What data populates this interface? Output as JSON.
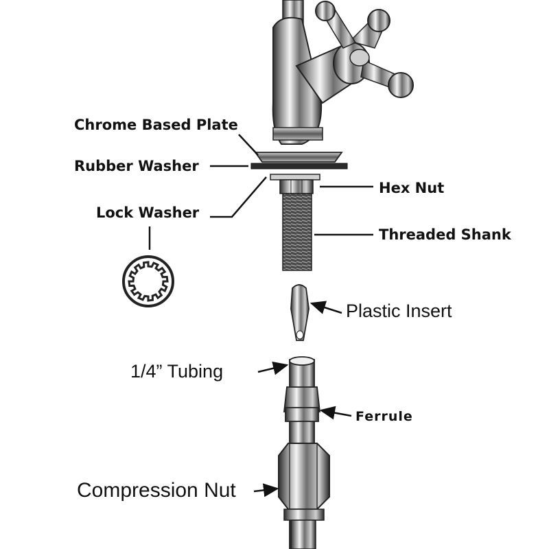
{
  "labels": {
    "chrome_plate": "Chrome Based Plate",
    "rubber_washer": "Rubber Washer",
    "lock_washer": "Lock Washer",
    "hex_nut": "Hex Nut",
    "threaded_shank": "Threaded Shank",
    "plastic_insert": "Plastic Insert",
    "tubing": "1/4” Tubing",
    "ferrule": "Ferrule",
    "compression_nut": "Compression Nut"
  },
  "colors": {
    "ink": "#111111",
    "metal_dark": "#3a3a3a",
    "metal_mid": "#8c8c8c",
    "metal_light": "#e6e6e6"
  }
}
